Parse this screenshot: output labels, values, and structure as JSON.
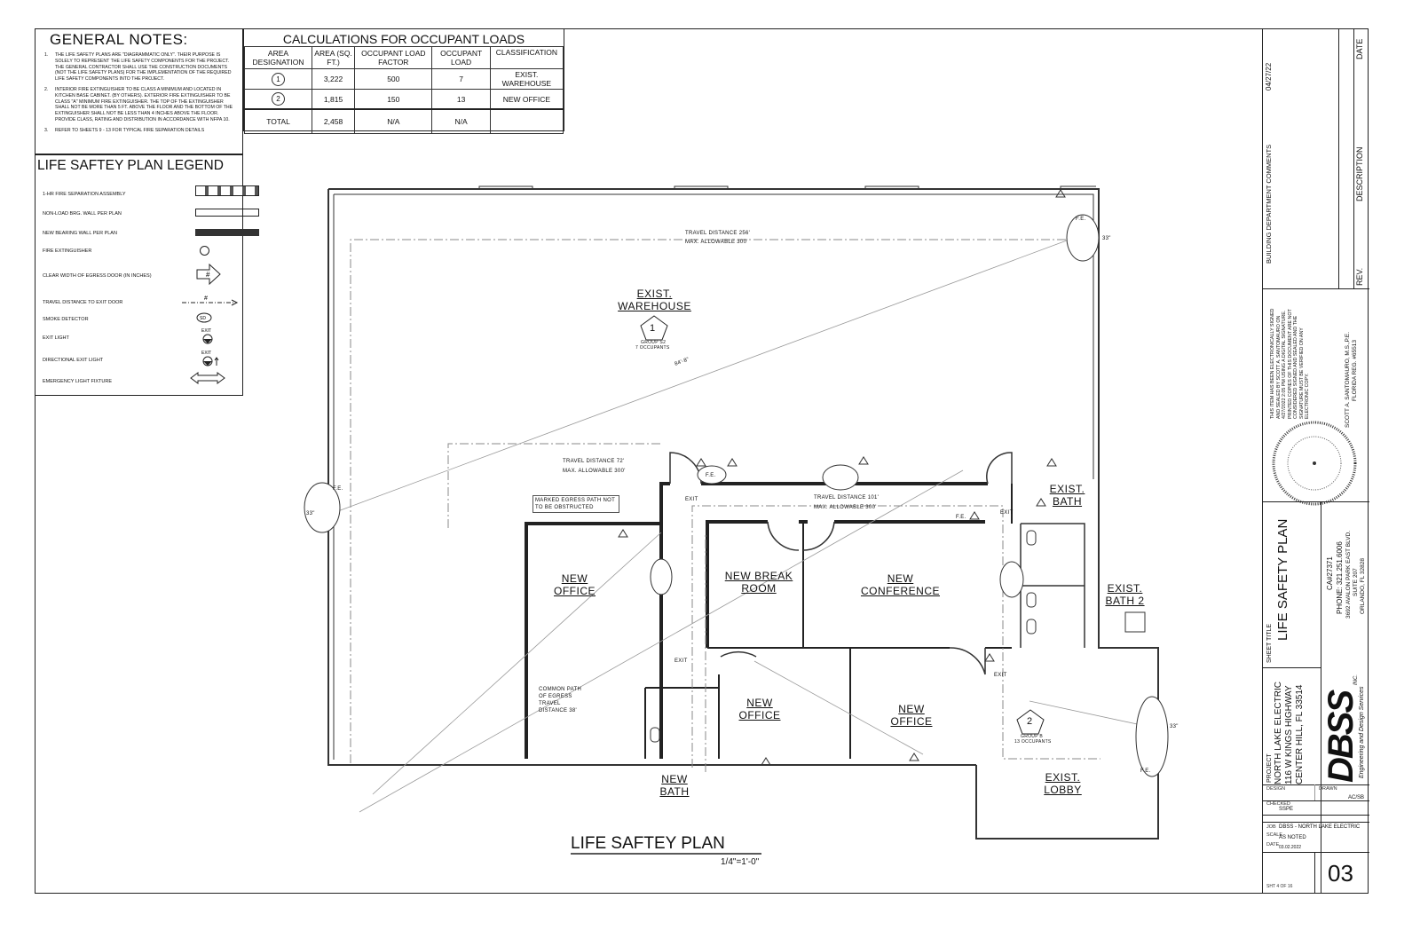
{
  "general_notes": {
    "title": "GENERAL NOTES:",
    "items": [
      {
        "num": "1.",
        "text": "THE LIFE SAFETY PLANS ARE \"DIAGRAMMATIC ONLY\". THEIR PURPOSE IS SOLELY TO REPRESENT THE LIFE SAFETY COMPONENTS FOR THE PROJECT. THE GENERAL CONTRACTOR SHALL USE THE CONSTRUCTION DOCUMENTS (NOT THE LIFE SAFETY PLANS) FOR THE IMPLEMENTATION OF THE REQUIRED LIFE SAFETY COMPONENTS INTO THE PROJECT."
      },
      {
        "num": "2.",
        "text": "INTERIOR FIRE EXTINGUISHER TO BE CLASS A MINIMUM AND LOCATED IN KITCHEN BASE CABINET. (BY OTHERS). EXTERIOR FIRE EXTINGUISHER TO BE CLASS \"A\" MINIMUM FIRE EXTINGUISHER. THE TOP OF THE EXTINGUISHER SHALL NOT BE MORE THAN 5 FT. ABOVE THE FLOOR AND THE BOTTOM OF THE EXTINGUISHER SHALL NOT BE LESS THAN 4 INCHES ABOVE THE FLOOR. PROVIDE CLASS, RATING AND DISTRIBUTION IN ACCORDANCE WITH NFPA 10."
      },
      {
        "num": "3.",
        "text": "REFER TO SHEETS 9 - 13 FOR TYPICAL FIRE SEPARATION DETAILS"
      }
    ]
  },
  "occupant_loads": {
    "title": "CALCULATIONS FOR OCCUPANT LOADS",
    "headers": [
      "AREA DESIGNATION",
      "AREA (SQ. FT.)",
      "OCCUPANT LOAD FACTOR",
      "OCCUPANT LOAD",
      "CLASSIFICATION"
    ],
    "rows": [
      [
        "1",
        "3,222",
        "500",
        "7",
        "EXIST. WAREHOUSE"
      ],
      [
        "2",
        "1,815",
        "150",
        "13",
        "NEW OFFICE"
      ],
      [
        "TOTAL",
        "2,458",
        "N/A",
        "N/A",
        ""
      ]
    ]
  },
  "legend": {
    "title": "LIFE SAFTEY PLAN LEGEND",
    "items": [
      "1-HR FIRE SEPARATION ASSEMBLY",
      "NON-LOAD BRG. WALL PER PLAN",
      "NEW BEARING WALL PER PLAN",
      "FIRE EXTINGUISHER",
      "CLEAR WIDTH OF EGRESS DOOR (IN INCHES)",
      "TRAVEL DISTANCE TO EXIT DOOR",
      "SMOKE DETECTOR",
      "EXIT LIGHT",
      "DIRECTIONAL EXIT LIGHT",
      "EMERGENCY LIGHT FIXTURE"
    ],
    "symbol_text": {
      "egress": "#",
      "travel": "#",
      "smoke": "SD",
      "exit": "EXIT"
    }
  },
  "plan": {
    "title": "LIFE SAFTEY PLAN",
    "scale": "1/4\"=1'-0\"",
    "rooms": {
      "warehouse": "EXIST. WAREHOUSE",
      "new_office_1": "NEW OFFICE",
      "break_room": "NEW BREAK ROOM",
      "conference": "NEW CONFERENCE",
      "exist_bath": "EXIST. BATH",
      "exist_bath2": "EXIST. BATH 2",
      "new_office_2": "NEW OFFICE",
      "new_office_3": "NEW OFFICE",
      "new_bath": "NEW BATH",
      "lobby": "EXIST. LOBBY"
    },
    "area_tags": [
      {
        "num": "1",
        "group": "GROUP S2",
        "occupants": "7 OCCUPANTS"
      },
      {
        "num": "2",
        "group": "GROUP B",
        "occupants": "13 OCCUPANTS"
      }
    ],
    "travel_notes": [
      {
        "line1": "TRAVEL DISTANCE 256'",
        "line2": "MAX. ALLOWABLE 300'"
      },
      {
        "line1": "TRAVEL DISTANCE 72'",
        "line2": "MAX. ALLOWABLE 300'"
      },
      {
        "line1": "TRAVEL DISTANCE 101'",
        "line2": "MAX. ALLOWABLE 300'"
      }
    ],
    "marked_egress": "MARKED EGRESS PATH NOT TO BE OBSTRUCTED",
    "common_path": "COMMON PATH OF EGRESS TRAVEL DISTANCE 38'",
    "diag_dim": "84'-8\"",
    "fe": "F.E.",
    "exit": "EXIT",
    "door_width": "33\""
  },
  "title_block": {
    "date_header": "DATE",
    "date_value": "04/27/22",
    "description_header": "DESCRIPTION",
    "description_value": "BUILDING DEPARTMENT COMMENTS",
    "rev_header": "REV.",
    "seal_text": "THIS ITEM HAS BEEN ELECTRONICALLY SIGNED AND SEALED BY SCOTT A. SANTOMAURO ON 4/27/2022 2:05 PM USING A DIGITAL SIGNATURE. PRINTED COPIES OF THIS DOCUMENT ARE NOT CONSIDERED SIGNED AND SEALED AND THE SIGNATURE MUST BE VERIFIED ON ANY ELECTRONIC COPY.",
    "engineer": "SCOTT A. SANTOMAURO, M.S.,P.E.",
    "florida_reg": "FLORIDA REG. #65513",
    "seal_label": "SCOTT A. SANTOMAURO LICENSE No 65513 STATE OF FLORIDA PROFESSIONAL ENGINEER",
    "sheet_title_label": "SHEET TITLE",
    "sheet_title": "LIFE SAFETY PLAN",
    "firm_ca": "CA#27371",
    "firm_phone": "PHONE: 321.251.6006",
    "firm_address1": "3692 AVALON PARK EAST BLVD.",
    "firm_address2": "SUITE 207",
    "firm_address3": "ORLANDO, FL 32828",
    "project_label": "PROJECT",
    "project_name": "NORTH LAKE ELECTRIC",
    "project_address1": "116 W KINGS HIGHWAY",
    "project_address2": "CENTER HILL, FL 33514",
    "logo": "DBSS",
    "logo_inc": "INC.",
    "logo_tagline": "Engineering and Design Services",
    "design_label": "DESIGN",
    "drawn_label": "DRAWN",
    "drawn_value": "AC/SB",
    "checked_label": "CHECKED",
    "checked_value": "SSPE",
    "job_label": "JOB",
    "job_value": "DBSS - NORTH LAKE ELECTRIC",
    "scale_label": "SCALE",
    "scale_value": "AS NOTED",
    "date_label": "DATE",
    "date_value2": "03.02.2022",
    "sheet_number": "03",
    "sht_label": "SHT",
    "sht_num": "4",
    "of_label": "OF",
    "sht_total": "16"
  }
}
